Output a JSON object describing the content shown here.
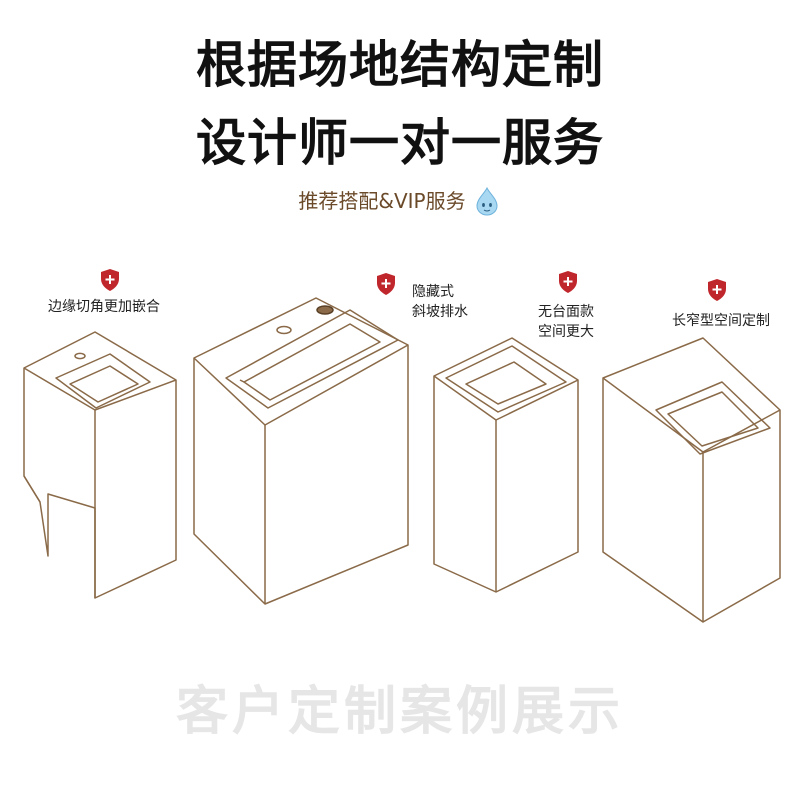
{
  "headline": {
    "line1": "根据场地结构定制",
    "line2": "设计师一对一服务"
  },
  "subline": {
    "text": "推荐搭配&VIP服务",
    "icon": "water-drop-face-icon"
  },
  "features": [
    {
      "label": "边缘切角更加嵌合"
    },
    {
      "label_line1": "隐藏式",
      "label_line2": "斜坡排水"
    },
    {
      "label_line1": "无台面款",
      "label_line2": "空间更大"
    },
    {
      "label": "长窄型空间定制"
    }
  ],
  "footer": {
    "text": "客户定制案例展示"
  },
  "colors": {
    "outline": "#8a6a48",
    "badge": "#c0272d",
    "accent_text": "#6b4a2a",
    "footer_text": "#e6e6e6"
  }
}
